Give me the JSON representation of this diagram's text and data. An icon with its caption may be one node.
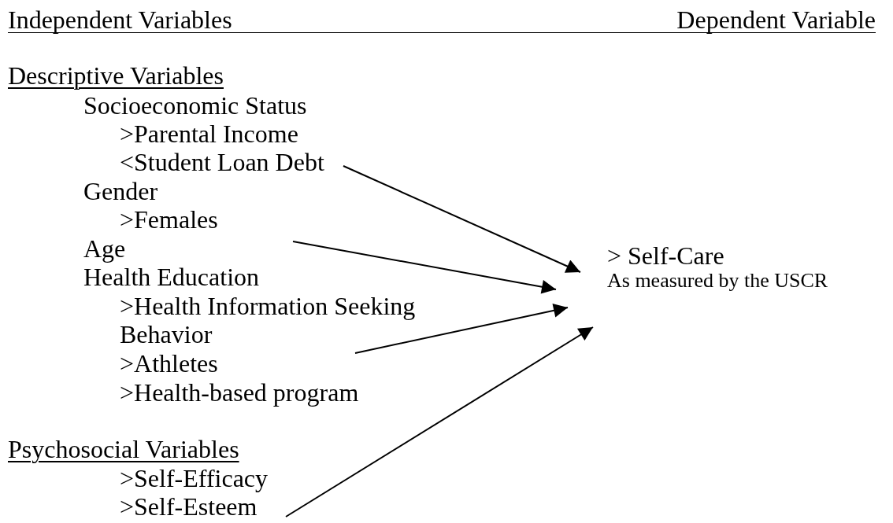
{
  "diagram": {
    "nodes": [
      {
        "text": [
          "<Student Loan Debt"
        ]
      },
      {
        "text": [
          "> Self-Care",
          "As measured by the USCR"
        ]
      },
      {
        "text": [
          ">Self-Esteem"
        ]
      }
    ],
    "edges": [
      {
        "from": 0,
        "to": 1,
        "arrow": "to"
      },
      {
        "from": null,
        "to": 1,
        "arrow": "to"
      },
      {
        "from": null,
        "to": 1,
        "arrow": "to"
      },
      {
        "from": 2,
        "to": 1,
        "arrow": "to"
      }
    ],
    "labels": [
      "Independent Variables",
      "Dependent Variable",
      "Descriptive Variables",
      "Socioeconomic Status",
      ">Parental Income",
      "Gender",
      ">Females",
      "Age",
      "Health Education",
      ">Health Information Seeking Behavior",
      ">Athletes",
      ">Health-based program",
      "Psychosocial Variables",
      ">Self-Efficacy"
    ]
  }
}
